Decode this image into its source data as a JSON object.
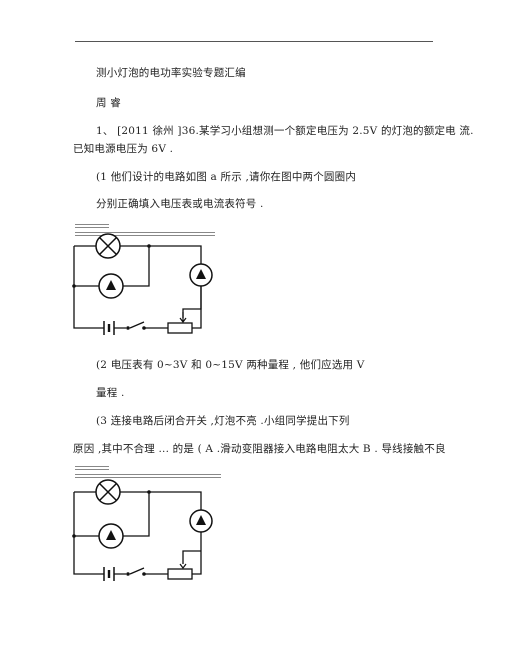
{
  "document": {
    "title": "测小灯泡的电功率实验专题汇编",
    "author": "周 睿",
    "lines": {
      "q1_a": "1、 [2011 徐州 ]36.某学习小组想测一个额定电压为    2.5V 的灯泡的额定电    流.",
      "q1_b": "已知电源电压为    6V .",
      "q1_c": "(1 他们设计的电路如图    a 所示 ,请你在图中两个圆圈内",
      "q1_d": "分别正确填入电压表或电流表符号      .",
      "q2_a": "(2 电压表有   0~3V 和 0~15V 两种量程 , 他们应选用   V",
      "q2_b": "量程 .",
      "q3_a": "(3 连接电路后闭合开关   ,灯泡不亮 .小组同学提出下列",
      "q3_b": "原因 ,其中不合理  ... 的是 ( A .滑动变阻器接入电路电阻太大     B . 导线接触不良"
    }
  }
}
